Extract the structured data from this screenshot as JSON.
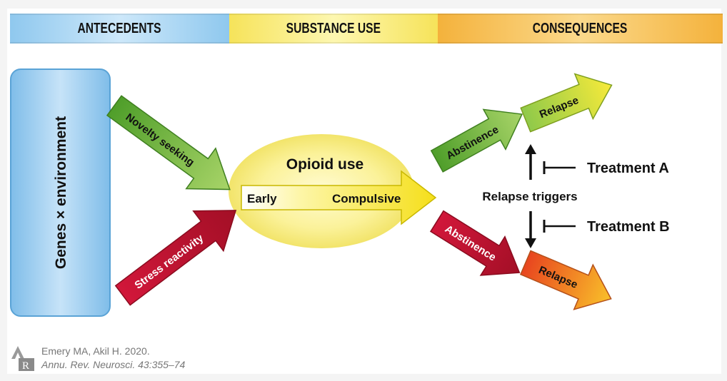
{
  "header": {
    "antecedents": "ANTECEDENTS",
    "substance_use": "SUBSTANCE USE",
    "consequences": "CONSEQUENCES"
  },
  "genes_box": {
    "label": "Genes × environment"
  },
  "arrows": {
    "novelty": "Novelty seeking",
    "stress": "Stress reactivity",
    "abstinence_top": "Abstinence",
    "relapse_top": "Relapse",
    "abstinence_bottom": "Abstinence",
    "relapse_bottom": "Relapse"
  },
  "opioid": {
    "title": "Opioid use",
    "early": "Early",
    "compulsive": "Compulsive"
  },
  "triggers": {
    "label": "Relapse triggers",
    "treatment_a": "Treatment A",
    "treatment_b": "Treatment B"
  },
  "citation": {
    "authors": "Emery MA, Akil H. 2020.",
    "journal": "Annu. Rev. Neurosci. 43:355–74"
  },
  "colors": {
    "green": "#7cbf3a",
    "red": "#c8102e",
    "yellow": "#f5e11d",
    "orange": "#f08a1c",
    "blue": "#8fc8ee"
  }
}
